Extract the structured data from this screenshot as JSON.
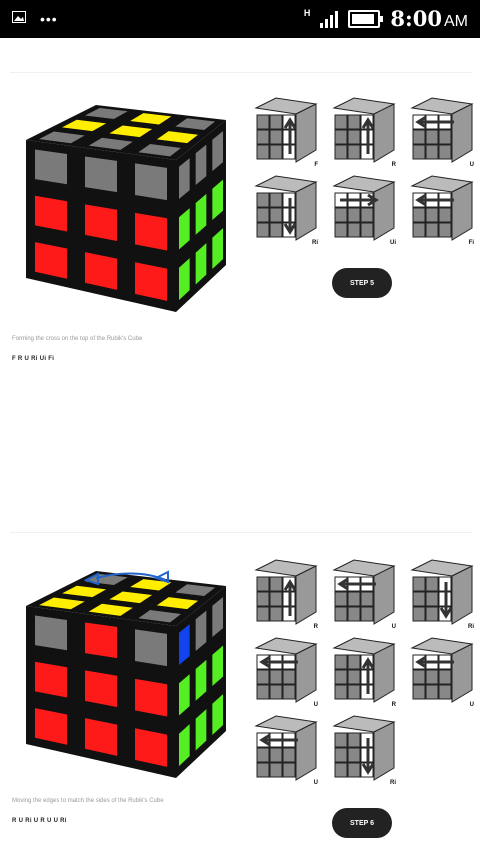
{
  "statusbar": {
    "time": "8:00",
    "ampm": "AM",
    "network": "H",
    "icons": [
      "image-icon",
      "more-icon",
      "signal-icon",
      "battery-icon"
    ]
  },
  "step5": {
    "moves": [
      {
        "label": "F",
        "arrow": "up"
      },
      {
        "label": "R",
        "arrow": "up"
      },
      {
        "label": "U",
        "arrow": "left"
      },
      {
        "label": "Ri",
        "arrow": "down"
      },
      {
        "label": "Ui",
        "arrow": "right"
      },
      {
        "label": "Fi",
        "arrow": "left"
      }
    ],
    "caption": "Forming the cross on the top of the Rubik's Cube",
    "sequence": "F R U Ri Ui Fi",
    "button": "STEP 5"
  },
  "step6": {
    "moves": [
      {
        "label": "R",
        "arrow": "up"
      },
      {
        "label": "U",
        "arrow": "left"
      },
      {
        "label": "Ri",
        "arrow": "down"
      },
      {
        "label": "U",
        "arrow": "left"
      },
      {
        "label": "R",
        "arrow": "up"
      },
      {
        "label": "U",
        "arrow": "left"
      },
      {
        "label": "U",
        "arrow": "left"
      },
      {
        "label": "Ri",
        "arrow": "down"
      }
    ],
    "caption": "Moving the edges to match the sides of the Rubik's Cube",
    "sequence": "R U Ri U R U U Ri",
    "button": "STEP 6"
  },
  "colors": {
    "yellow": "#ffee00",
    "red": "#ff1a1a",
    "green": "#55ee22",
    "gray": "#7a7a7a",
    "blue": "#1144ee"
  }
}
